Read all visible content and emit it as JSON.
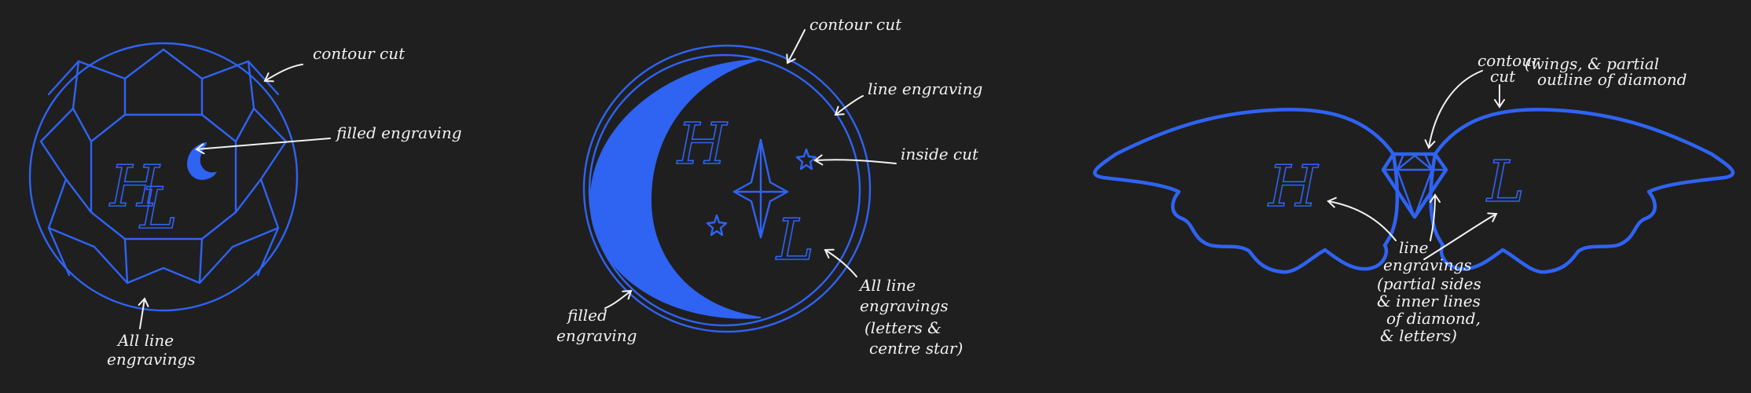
{
  "colors": {
    "background": "#1f1f1f",
    "engraving": "#2f63f2",
    "annotation": "#f2f2f2"
  },
  "designs": [
    {
      "labels": {
        "contour": "contour cut",
        "filled": "filled engraving",
        "line": [
          "All line",
          "engravings"
        ]
      },
      "monogram": [
        "H",
        "L"
      ]
    },
    {
      "labels": {
        "contour": "contour cut",
        "line": "line engraving",
        "inside": "inside cut",
        "filled": [
          "filled",
          "engraving"
        ],
        "all_line": [
          "All line",
          "engravings",
          "(letters &",
          "centre star)"
        ]
      },
      "monogram": [
        "H",
        "L"
      ]
    },
    {
      "labels": {
        "contour": [
          "contour",
          "cut"
        ],
        "contour_note": [
          "(wings, & partial",
          "outline of diamond"
        ],
        "line": [
          "line",
          "engravings",
          "(partial sides",
          "& inner lines",
          "of diamond,",
          "& letters)"
        ]
      },
      "monogram": [
        "H",
        "L"
      ]
    }
  ]
}
